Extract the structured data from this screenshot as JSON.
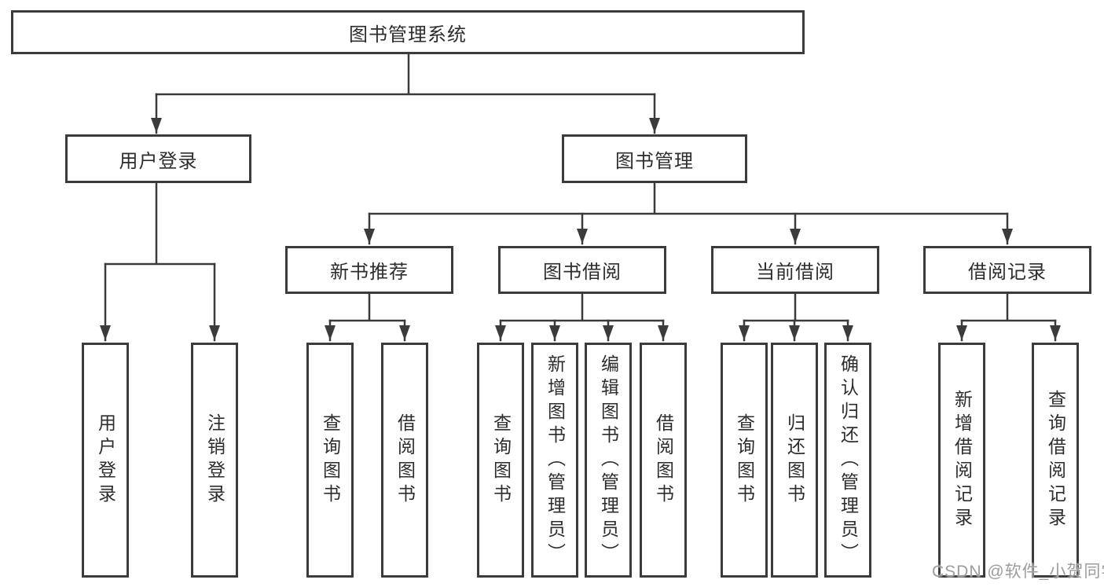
{
  "diagram": {
    "title": "图书管理系统",
    "type": "hierarchy-tree"
  },
  "colors": {
    "background": "#ffffff",
    "line": "#3b3b3b",
    "box_border": "#3b3b3b",
    "box_background": "#ffffff",
    "text": "#2d2d2d",
    "watermark": "#9c9c9c"
  },
  "tree": {
    "root": {
      "label": "图书管理系统"
    },
    "level2": [
      {
        "label": "用户登录"
      },
      {
        "label": "图书管理"
      }
    ],
    "level3": [
      {
        "label": "新书推荐"
      },
      {
        "label": "图书借阅"
      },
      {
        "label": "当前借阅"
      },
      {
        "label": "借阅记录"
      }
    ],
    "leaves": {
      "user_login": [
        {
          "label": "用户登录"
        },
        {
          "label": "注销登录"
        }
      ],
      "new_book": [
        {
          "label": "查询图书"
        },
        {
          "label": "借阅图书"
        }
      ],
      "book_borrow": [
        {
          "label": "查询图书"
        },
        {
          "label": "新增图书（管理员）"
        },
        {
          "label": "编辑图书（管理员）"
        },
        {
          "label": "借阅图书"
        }
      ],
      "current_borrow": [
        {
          "label": "查询图书"
        },
        {
          "label": "归还图书"
        },
        {
          "label": "确认归还（管理员）"
        }
      ],
      "borrow_records": [
        {
          "label": "新增借阅记录"
        },
        {
          "label": "查询借阅记录"
        }
      ]
    }
  },
  "watermark": {
    "text": "CSDN @软件_小贺同学"
  }
}
